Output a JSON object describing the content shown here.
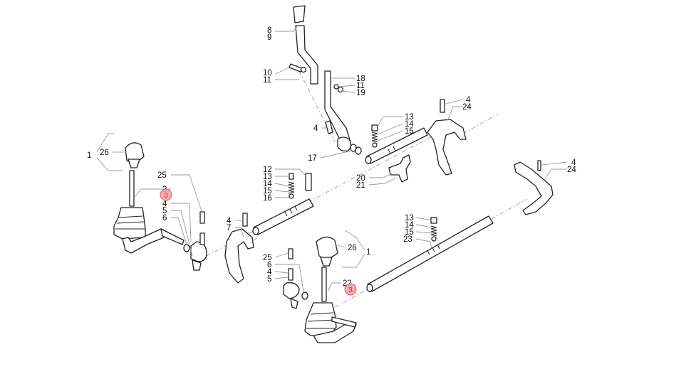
{
  "labels": {
    "l1a": "1",
    "l26a": "26",
    "l2": "2",
    "l4a": "4",
    "l5a": "5",
    "l6a": "6",
    "l25a": "25",
    "l8": "8",
    "l9": "9",
    "l10": "10",
    "l11a": "11",
    "l18": "18",
    "l11b": "11",
    "l19": "19",
    "l4b": "4",
    "l17": "17",
    "l12": "12",
    "l13a": "13",
    "l14a": "14",
    "l15a": "15",
    "l16": "16",
    "l4c": "4",
    "l7": "7",
    "l13b": "13",
    "l14b": "14",
    "l15b": "15",
    "l20": "20",
    "l21": "21",
    "l4d": "4",
    "l24a": "24",
    "l4e": "4",
    "l24b": "24",
    "l13c": "13",
    "l14c": "14",
    "l15c": "15",
    "l23": "23",
    "l25b": "25",
    "l6b": "6",
    "l4f": "4",
    "l5b": "5",
    "l26b": "26",
    "l1b": "1",
    "l22": "22"
  },
  "hotspots": {
    "h1": "3",
    "h2": "3"
  }
}
